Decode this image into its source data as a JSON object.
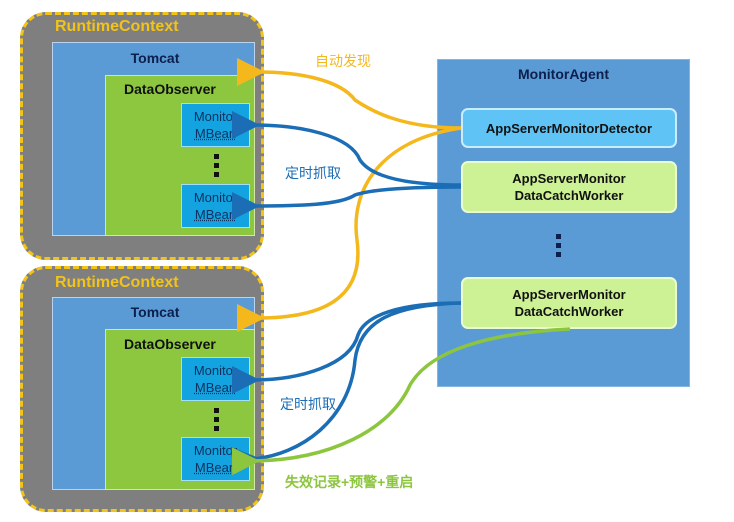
{
  "colors": {
    "discover": "#f5b81c",
    "fetch": "#1b6db5",
    "failover": "#8cc63f"
  },
  "contexts": [
    {
      "title": "RuntimeContext",
      "tomcat": "Tomcat",
      "observer": "DataObserver",
      "mbeans": [
        {
          "line1": "Monitor",
          "line2": "MBean"
        },
        {
          "line1": "Monitor",
          "line2": "MBean"
        }
      ]
    },
    {
      "title": "RuntimeContext",
      "tomcat": "Tomcat",
      "observer": "DataObserver",
      "mbeans": [
        {
          "line1": "Monitor",
          "line2": "MBean"
        },
        {
          "line1": "Monitor",
          "line2": "MBean"
        }
      ]
    }
  ],
  "agent": {
    "title": "MonitorAgent",
    "detector": "AppServerMonitorDetector",
    "workers": [
      {
        "line1": "AppServerMonitor",
        "line2": "DataCatchWorker"
      },
      {
        "line1": "AppServerMonitor",
        "line2": "DataCatchWorker"
      }
    ]
  },
  "labels": {
    "discover": "自动发现",
    "fetch_top": "定时抓取",
    "fetch_bottom": "定时抓取",
    "failover": "失效记录+预警+重启"
  }
}
